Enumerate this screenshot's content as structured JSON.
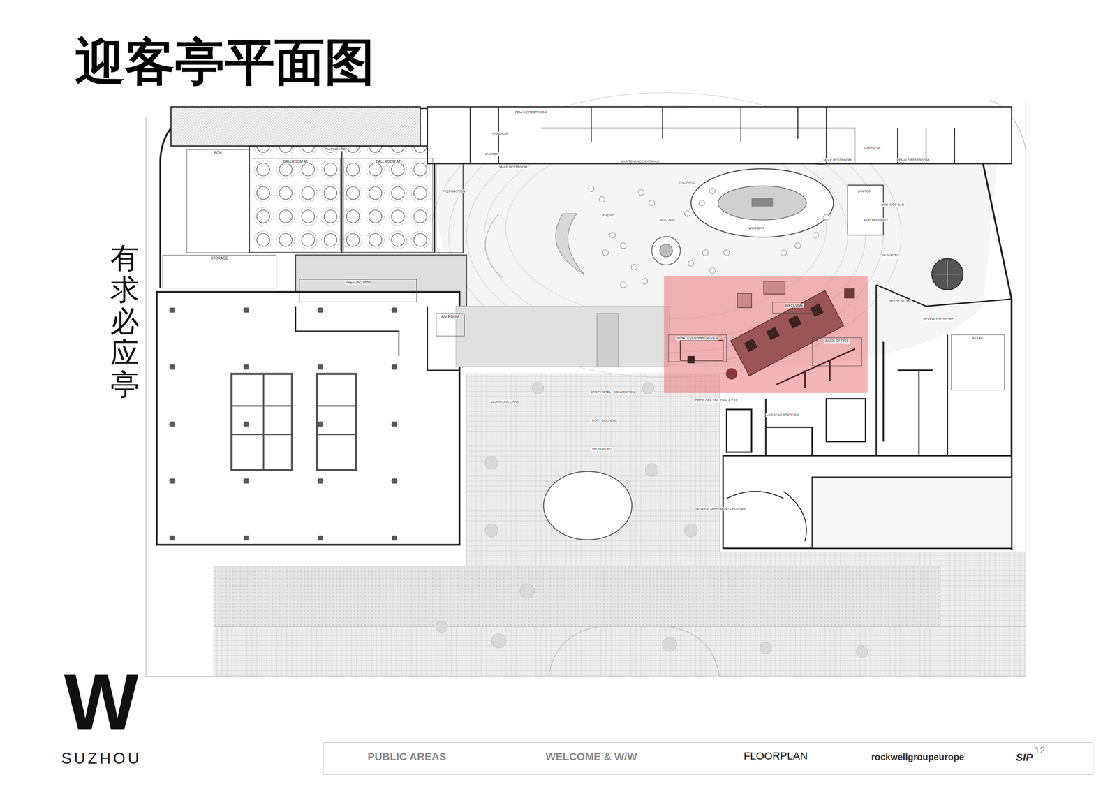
{
  "diagram": {
    "title": "迎客亭平面图",
    "nodes": [
      {
        "text": [
          "PUBLIC AREAS",
          "WELCOME & W/W",
          "FLOORPLAN",
          "rockwellgroupeurope",
          "SIP",
          "12"
        ]
      },
      {
        "text": [
          "BOH"
        ]
      },
      {
        "text": [
          "BALLROOM A1"
        ]
      },
      {
        "text": [
          "BALLROOM A2"
        ]
      },
      {
        "text": [
          "STORAGE"
        ]
      },
      {
        "text": [
          "PREFUNCTION"
        ]
      },
      {
        "text": [
          "A/V ROOM"
        ]
      },
      {
        "text": [
          "WHATEVER/WHENEVER"
        ]
      },
      {
        "text": [
          "WELCOME"
        ]
      },
      {
        "text": [
          "BACK OFFICE"
        ]
      },
      {
        "text": [
          "RETAIL"
        ]
      }
    ],
    "labels": [
      "有求必应亭",
      "W",
      "SUZHOU",
      "PLATING AREA",
      "MAINTENANCE CATWALK",
      "THE PATIO",
      "WOO BAR",
      "WOO BAR",
      "THE PIT",
      "HANDICAP",
      "FEMALE RESTROOM",
      "JANITOR",
      "MALE RESTROOM",
      "MALE RESTROOM",
      "HANDICAP",
      "FEMALE RESTROOM",
      "JANITOR",
      "BOH WOO BAR",
      "BOH W PANTRY",
      "W PANTRY",
      "W THE STORE",
      "BOH W THE STORE",
      "PREFUNCTION",
      "SIGNATURE CARS",
      "DROP HOTEL / CONVENTION",
      "PORT COCHERE",
      "VIP PARKING",
      "DROP OFF SPA, GYM & T&S",
      "SERVICE APARTMENT DROP OFF",
      "LUGGAGE STORAGE"
    ]
  }
}
